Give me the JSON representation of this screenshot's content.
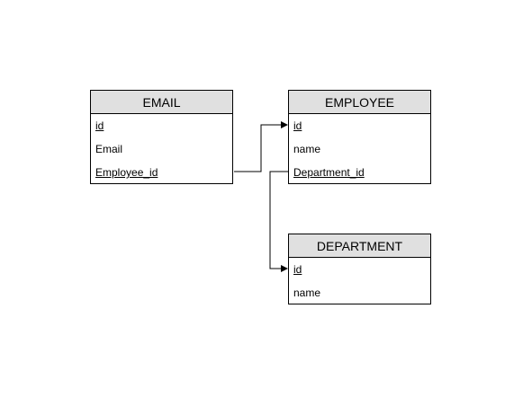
{
  "entities": {
    "email": {
      "title": "EMAIL",
      "fields": [
        "id",
        "Email",
        "Employee_id"
      ]
    },
    "employee": {
      "title": "EMPLOYEE",
      "fields": [
        "id",
        "name",
        "Department_id"
      ]
    },
    "department": {
      "title": "DEPARTMENT",
      "fields": [
        "id",
        "name"
      ]
    }
  },
  "relationships": [
    {
      "from": "EMAIL.Employee_id",
      "to": "EMPLOYEE.id"
    },
    {
      "from": "EMPLOYEE.Department_id",
      "to": "DEPARTMENT.id"
    }
  ],
  "colors": {
    "header_fill": "#e0e0e0",
    "border": "#000000",
    "background": "#ffffff"
  }
}
